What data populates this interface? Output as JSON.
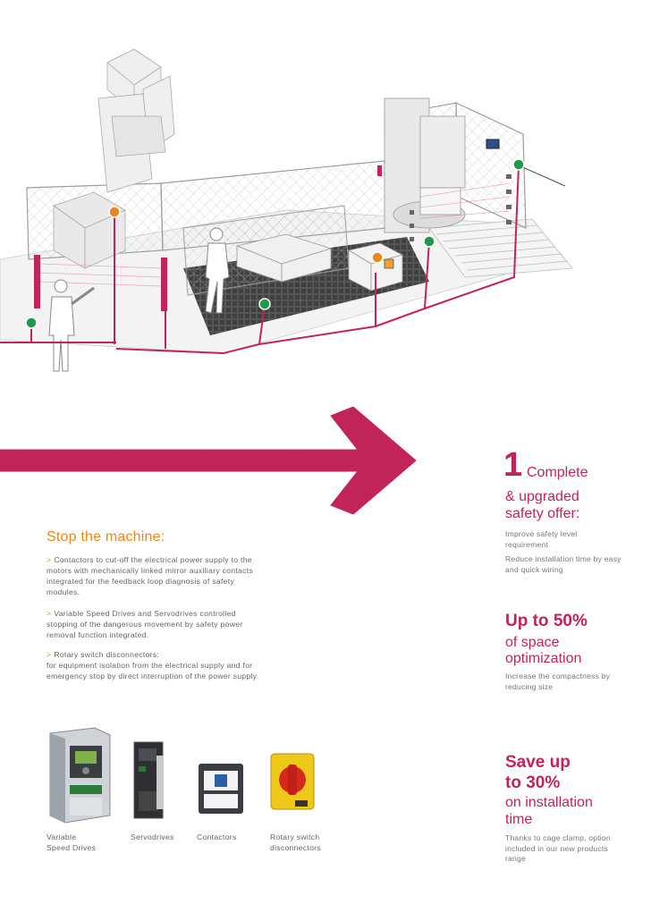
{
  "left": {
    "title": "Stop the machine:",
    "bullet_marker": ">",
    "para1": "Contactors to cut-off the electrical power supply to the motors with mechanically linked mirror auxiliary contacts integrated for the feedback loop diagnosis of safety modules.",
    "para2": "Variable Speed Drives and Servodrives controlled stopping of the dangerous movement by safety power removal function integrated.",
    "para3_line1": "Rotary switch disconnectors:",
    "para3_rest": "for equipment isolation from the electrical supply and for emergency stop by direct interruption of the power supply."
  },
  "products": [
    {
      "label1": "Variable",
      "label2": "Speed Drives"
    },
    {
      "label1": "Servodrives",
      "label2": ""
    },
    {
      "label1": "Contactors",
      "label2": ""
    },
    {
      "label1": "Rotary switch",
      "label2": "disconnectors"
    }
  ],
  "right": {
    "num": "1",
    "offer1_line1": "Complete",
    "offer1_line2": "& upgraded",
    "offer1_line3": "safety offer:",
    "offer1_text1": "Improve safety level requirement",
    "offer1_text2": "Reduce installation time by easy and quick wiring",
    "offer2_strong": "Up to 50%",
    "offer2_line2": "of space",
    "offer2_line3": "optimization",
    "offer2_text": "Increase the compactness by reducing size",
    "offer3_strong1": "Save up",
    "offer3_strong2": "to 30%",
    "offer3_line3": "on installation",
    "offer3_line4": "time",
    "offer3_text": "Thanks to cage clamp, option included in our new products range"
  },
  "colors": {
    "accent": "#c1245a",
    "orange": "#e8891d",
    "green": "#1f9a4a"
  }
}
